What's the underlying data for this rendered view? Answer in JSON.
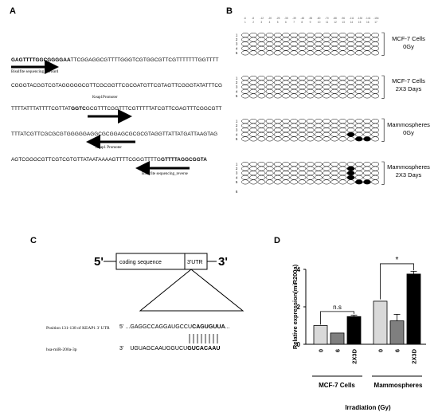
{
  "panels": {
    "a": "A",
    "b": "B",
    "c": "C",
    "d": "D"
  },
  "panel_a": {
    "lines": [
      {
        "bold": "GAGTTTTGGCGGGGAA",
        "rest": "TTCGGAGGCGTTTTGGGTCGTGGCGTTCGTTTTTTTGGTTTT",
        "bold_end": ""
      },
      {
        "bold": "",
        "rest": "CGGGTACGGTCGTAGGGGGCGTTCGCGGTTCGCGATGTTCGTAGTTCGGGTATATTTCG",
        "bold_end": ""
      },
      {
        "bold": "",
        "rest": "TTTTATTTATTTTCGTTAT",
        "bold_mid": "GGTC",
        "rest2": "GCGTTTCGGTTTCGTTTTTATCGTTCGAGTTTCGGCGTT"
      },
      {
        "bold": "",
        "rest": "TTTATCGTTCGCGCGTGGGGGAGGCGCGGAGCGCGCGTAGGTTATTATGATTAAGTAG",
        "bold_end": ""
      },
      {
        "bold": "",
        "rest": "AGTCGGGCGTTCGTCGTGTTATAATAAAAGTTTTCGGGTTTTG",
        "bold_end": "GTTTTAGGCGGTA"
      }
    ],
    "annotations": {
      "forward": "Bisulfite sequencing_forward",
      "promoter1": "Keap1Promoter",
      "promoter2": "Keap1 Promoter",
      "reverse": "Bisulfite sequencing_reverse"
    }
  },
  "panel_b": {
    "top_numbers": [
      "1",
      "2",
      "3",
      "4",
      "5",
      "6",
      "7",
      "8",
      "9",
      "10",
      "11",
      "12",
      "13",
      "14",
      "15",
      "16",
      "17"
    ],
    "top_numbers_upper": [
      "-6",
      "-8",
      "-12",
      "-20",
      "-25",
      "-35",
      "-39",
      "-48",
      "-55",
      "-60",
      "-70",
      "-88",
      "-96",
      "-111",
      "-130",
      "-141",
      "-154"
    ],
    "row_numbers": [
      "1",
      "2",
      "3",
      "4",
      "5"
    ],
    "groups": [
      {
        "line1": "MCF-7 Cells",
        "line2": "0Gy",
        "filled": []
      },
      {
        "line1": "MCF-7 Cells",
        "line2": "2X3 Days",
        "filled": []
      },
      {
        "line1": "Mammospheres",
        "line2": "0Gy",
        "filled": [
          [
            4,
            14
          ],
          [
            5,
            15
          ],
          [
            5,
            16
          ]
        ]
      },
      {
        "line1": "Mammospheres",
        "line2": "2X3 Days",
        "filled": [
          [
            2,
            14
          ],
          [
            3,
            14
          ],
          [
            4,
            14
          ],
          [
            5,
            15
          ],
          [
            5,
            16
          ]
        ]
      }
    ],
    "footer_number": "6"
  },
  "panel_c": {
    "prime5": "5'",
    "prime3": "3'",
    "coding": "coding sequence",
    "utr": "3'UTR",
    "position_label": "Position 131-138 of KEAP1 3' UTR",
    "mirna_label": "hsa-miR-200a-3p",
    "seq_top_prefix": "5'",
    "seq_top": "...GAGGCCAGGAUGCCU",
    "seq_top_bold": "CAGUGUUA",
    "seq_top_suffix": "...",
    "seq_bottom_prefix": "3'",
    "seq_bottom": "UGUAGCAAUGGUCU",
    "seq_bottom_bold": "GUCACAAU"
  },
  "chart_data": {
    "type": "bar",
    "ylabel": "Relative expression(miR200a)",
    "xlabel": "Irradiation (Gy)",
    "ylim": [
      0,
      4
    ],
    "yticks": [
      "0",
      "2",
      "4"
    ],
    "categories": [
      "0",
      "6",
      "2X3D",
      "0",
      "6",
      "2X3D"
    ],
    "groups": [
      "MCF-7 Cells",
      "Mammospheres"
    ],
    "values": [
      1.0,
      0.6,
      1.48,
      2.3,
      1.25,
      3.75
    ],
    "errors": [
      0,
      0,
      0.08,
      0,
      0.35,
      0.15
    ],
    "colors": [
      "#d9d9d9",
      "#7f7f7f",
      "#000000",
      "#d9d9d9",
      "#7f7f7f",
      "#000000"
    ],
    "annotations": [
      "n.s",
      "*"
    ]
  }
}
